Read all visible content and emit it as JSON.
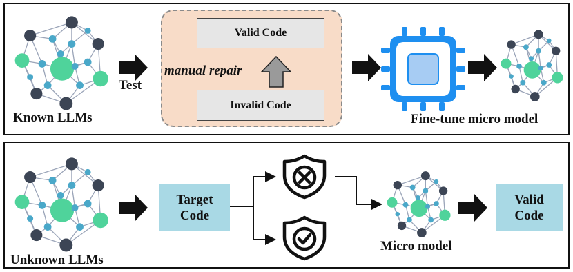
{
  "training": {
    "known_llms_label": "Known LLMs",
    "test_label": "Test",
    "valid_code_label": "Valid Code",
    "manual_repair_label": "manual repair",
    "invalid_code_label": "Invalid Code",
    "fine_tune_label": "Fine-tune micro model"
  },
  "inference": {
    "unknown_llms_label": "Unknown LLMs",
    "target_code_label": "Target\nCode",
    "micro_model_label": "Micro model",
    "valid_code_label": "Valid\nCode"
  },
  "colors": {
    "node_dark": "#3c4555",
    "node_green": "#4fd39b",
    "node_blue": "#4aa8c9",
    "edge": "#9aa4b8",
    "chip": "#1e8ff0",
    "box_blue": "#a9d9e5",
    "repair_bg": "#f8dcc8"
  }
}
